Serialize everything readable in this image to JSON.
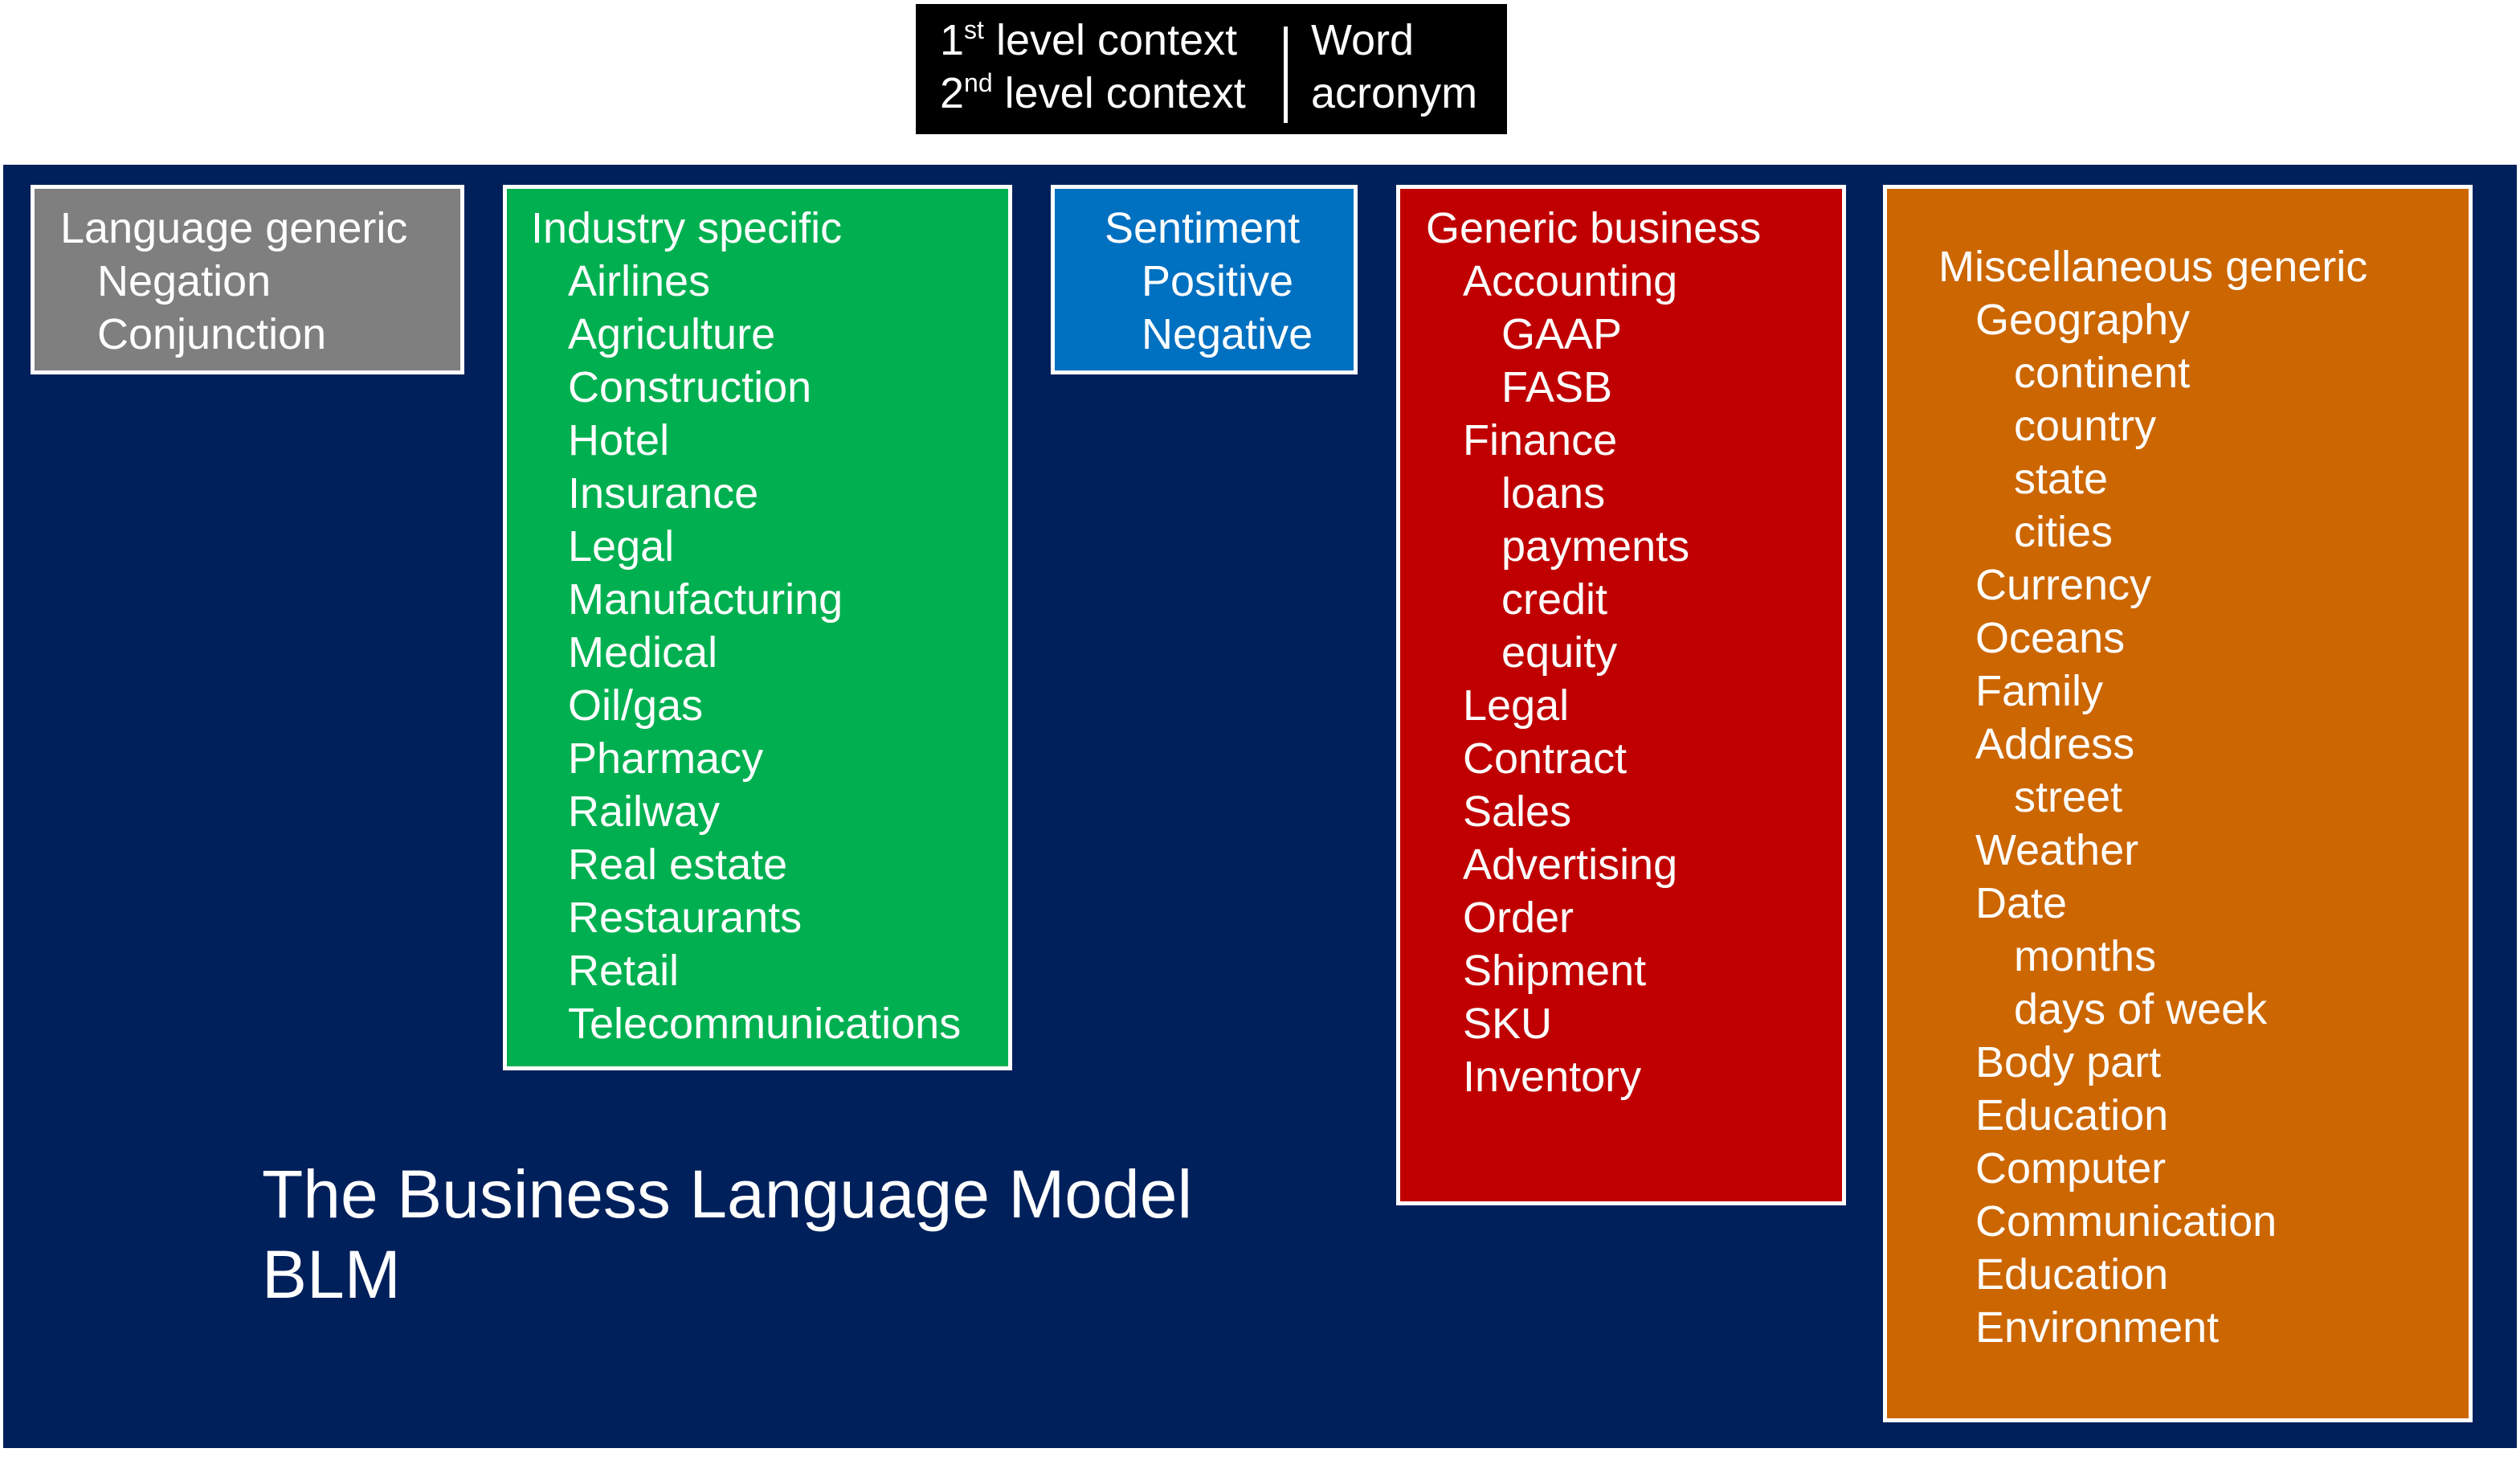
{
  "legend": {
    "level1_num": "1",
    "level1_sup": "st",
    "level1_text": " level context",
    "level2_num": "2",
    "level2_sup": "nd",
    "level2_text": " level context",
    "word": "Word",
    "acronym": "acronym"
  },
  "boxes": {
    "language": {
      "title": "Language generic",
      "items": [
        "Negation",
        "Conjunction"
      ]
    },
    "industry": {
      "title": "Industry specific",
      "items": [
        "Airlines",
        "Agriculture",
        "Construction",
        "Hotel",
        "Insurance",
        "Legal",
        "Manufacturing",
        "Medical",
        "Oil/gas",
        "Pharmacy",
        "Railway",
        "Real estate",
        "Restaurants",
        "Retail",
        "Telecommunications"
      ]
    },
    "sentiment": {
      "title": "Sentiment",
      "items": [
        "Positive",
        "Negative"
      ]
    },
    "business": {
      "title": "Generic business",
      "rows": [
        {
          "text": "Accounting",
          "level": 2
        },
        {
          "text": "GAAP",
          "level": 3
        },
        {
          "text": "FASB",
          "level": 3
        },
        {
          "text": "Finance",
          "level": 2
        },
        {
          "text": "loans",
          "level": 3
        },
        {
          "text": "payments",
          "level": 3
        },
        {
          "text": "credit",
          "level": 3
        },
        {
          "text": "equity",
          "level": 3
        },
        {
          "text": "Legal",
          "level": 2
        },
        {
          "text": "Contract",
          "level": 2
        },
        {
          "text": "Sales",
          "level": 2
        },
        {
          "text": "Advertising",
          "level": 2
        },
        {
          "text": "Order",
          "level": 2
        },
        {
          "text": "Shipment",
          "level": 2
        },
        {
          "text": "SKU",
          "level": 2
        },
        {
          "text": "Inventory",
          "level": 2
        }
      ]
    },
    "misc": {
      "title": "Miscellaneous generic",
      "rows": [
        {
          "text": "Geography",
          "level": 2
        },
        {
          "text": "continent",
          "level": 3
        },
        {
          "text": "country",
          "level": 3
        },
        {
          "text": "state",
          "level": 3
        },
        {
          "text": "cities",
          "level": 3
        },
        {
          "text": "Currency",
          "level": 2
        },
        {
          "text": "Oceans",
          "level": 2
        },
        {
          "text": "Family",
          "level": 2
        },
        {
          "text": "Address",
          "level": 2
        },
        {
          "text": "street",
          "level": 3
        },
        {
          "text": "Weather",
          "level": 2
        },
        {
          "text": "Date",
          "level": 2
        },
        {
          "text": "months",
          "level": 3
        },
        {
          "text": "days of week",
          "level": 3
        },
        {
          "text": "Body part",
          "level": 2
        },
        {
          "text": "Education",
          "level": 2
        },
        {
          "text": "Computer",
          "level": 2
        },
        {
          "text": "Communication",
          "level": 2
        },
        {
          "text": "Education",
          "level": 2
        },
        {
          "text": "Environment",
          "level": 2
        }
      ]
    }
  },
  "model_title": {
    "line1": "The Business Language Model",
    "line2": "BLM"
  },
  "colors": {
    "background": "#00205b",
    "language": "#7f7f7f",
    "industry": "#00b050",
    "sentiment": "#0070c0",
    "business": "#c00000",
    "misc": "#cc6600"
  }
}
